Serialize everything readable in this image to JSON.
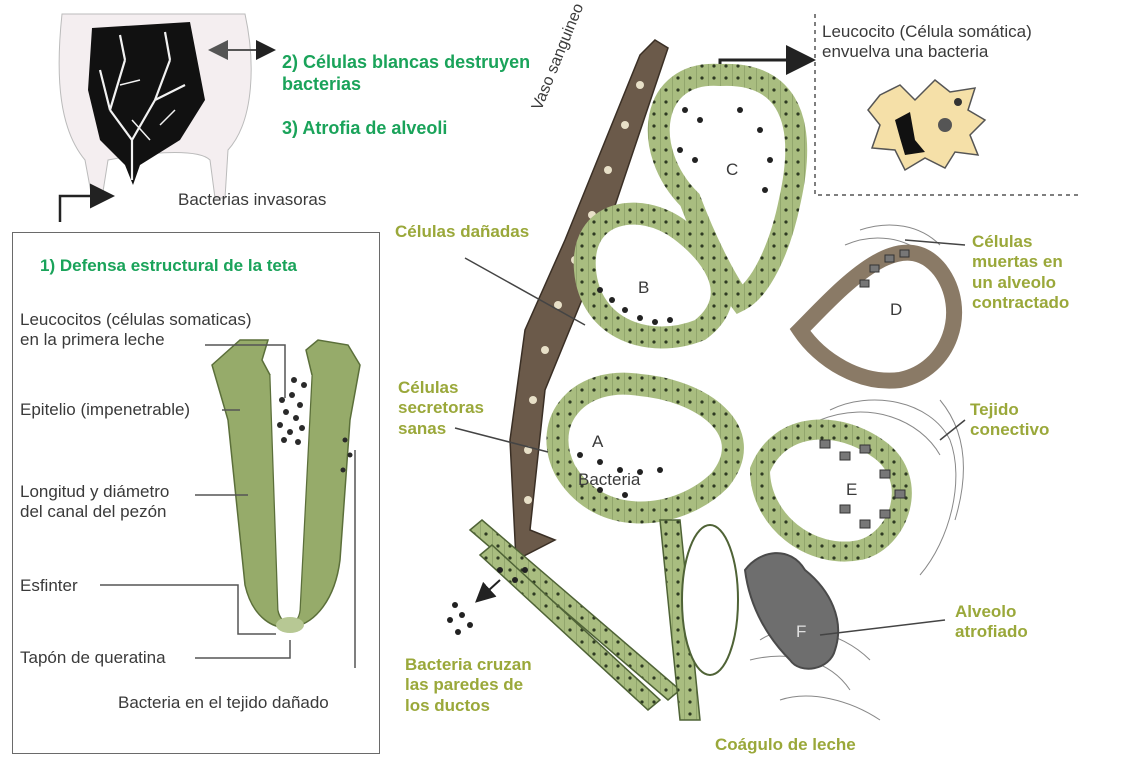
{
  "colors": {
    "tissue_green": "#a9bd80",
    "tissue_dark": "#6b5a4a",
    "teat_green": "#96ab6a",
    "text_dark": "#3a3a3a",
    "label_olive": "#9aa83a",
    "title_teal": "#1aa35a",
    "leukocyte_fill": "#f5e0a8",
    "atrophy_gray": "#6e6e6e"
  },
  "steps": {
    "step2": "2) Células blancas destruyen\nbacterias",
    "step3": "3) Atrofia de alveoli",
    "step1": "1) Defensa estructural de la teta"
  },
  "udder": {
    "caption": "Bacterias invasoras"
  },
  "teat_inset": {
    "labels": {
      "leukocytes": "Leucocitos (células somaticas)\nen la primera leche",
      "epithelium": "Epitelio (impenetrable)",
      "canal": "Longitud y diámetro\ndel canal del pezón",
      "sphincter": "Esfinter",
      "keratin": "Tapón de queratina",
      "bacteria_tissue": "Bacteria en el tejido dañado"
    }
  },
  "leukocyte_panel": {
    "text": "Leucocito (Célula somática)\nenvuelva una bacteria"
  },
  "alveoli": {
    "vessel": "Vaso sanguineo",
    "letter_a": "A",
    "letter_b": "B",
    "letter_c": "C",
    "letter_d": "D",
    "letter_e": "E",
    "letter_f": "F",
    "bacteria": "Bacteria",
    "labels": {
      "damaged": "Células dañadas",
      "secretory": "Células\nsecretoras\nsanas",
      "dead": "Células\nmuertas en\nun alveolo\ncontractado",
      "connective": "Tejido\nconectivo",
      "atrophied": "Alveolo\natrofiado",
      "crossing": "Bacteria cruzan\nlas paredes de\nlos ductos",
      "clot": "Coágulo de leche"
    }
  }
}
